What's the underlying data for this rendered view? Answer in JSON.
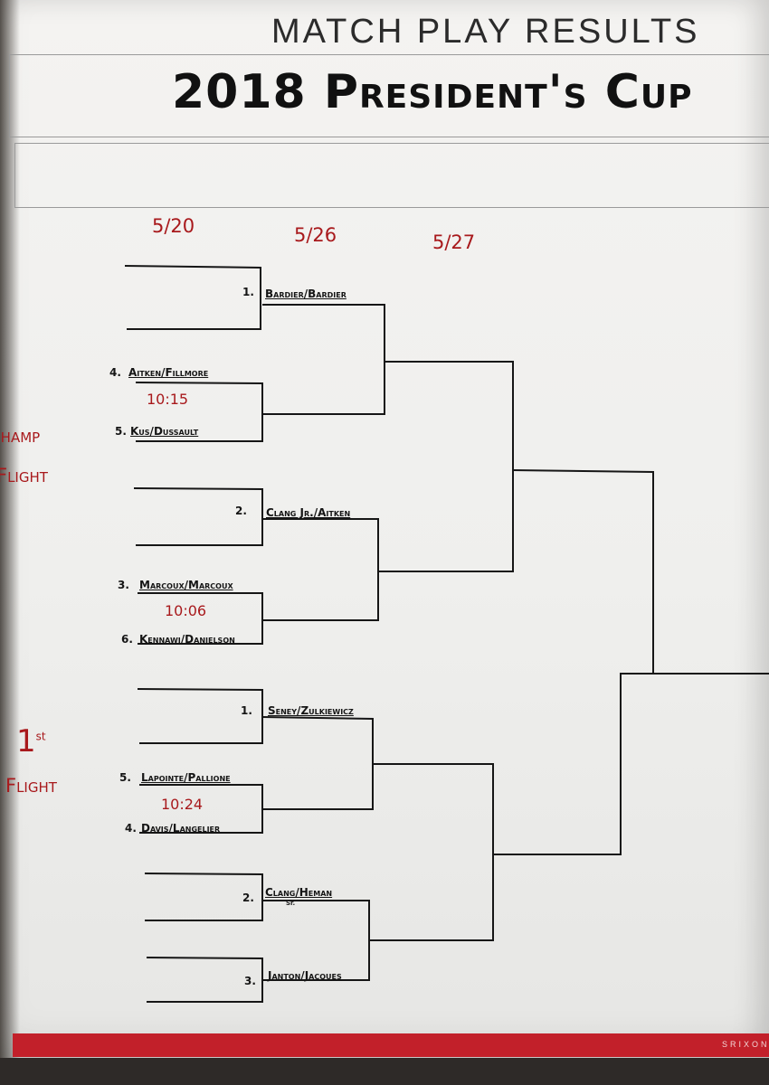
{
  "header": {
    "printed_title": "MATCH PLAY RESULTS",
    "event_title": "2018 President's Cup"
  },
  "dates": [
    "5/20",
    "5/26",
    "5/27"
  ],
  "flights": {
    "champ": {
      "line1": "Champ",
      "line2": "Flight"
    },
    "first": {
      "line1": "1",
      "sup": "st",
      "line2": "Flight"
    }
  },
  "matches": {
    "m1": {
      "seed": "1.",
      "team": "Bardier/Bardier"
    },
    "m2": {
      "seed_a": "4.",
      "team_a": "Aitken/Fillmore",
      "time": "10:15",
      "seed_b": "5.",
      "team_b": "Kus/Dussault"
    },
    "m3": {
      "seed": "2.",
      "team": "Clang Jr./Aitken"
    },
    "m4": {
      "seed_a": "3.",
      "team_a": "Marcoux/Marcoux",
      "time": "10:06",
      "seed_b": "6.",
      "team_b": "Kennawi/Danielson"
    },
    "m5": {
      "seed": "1.",
      "team": "Seney/Zulkiewicz"
    },
    "m6": {
      "seed_a": "5.",
      "team_a": "Lapointe/Pallione",
      "time": "10:24",
      "seed_b": "4.",
      "team_b": "Davis/Langelier"
    },
    "m7": {
      "seed": "2.",
      "team": "Clang/Heman",
      "note": "Sr."
    },
    "m8": {
      "seed": "3.",
      "team": "Janton/Jacques"
    }
  },
  "footer": {
    "brand": "SRIXON"
  },
  "colors": {
    "ink": "#151515",
    "red_marker": "#a8191c",
    "band": "#c2202a"
  }
}
